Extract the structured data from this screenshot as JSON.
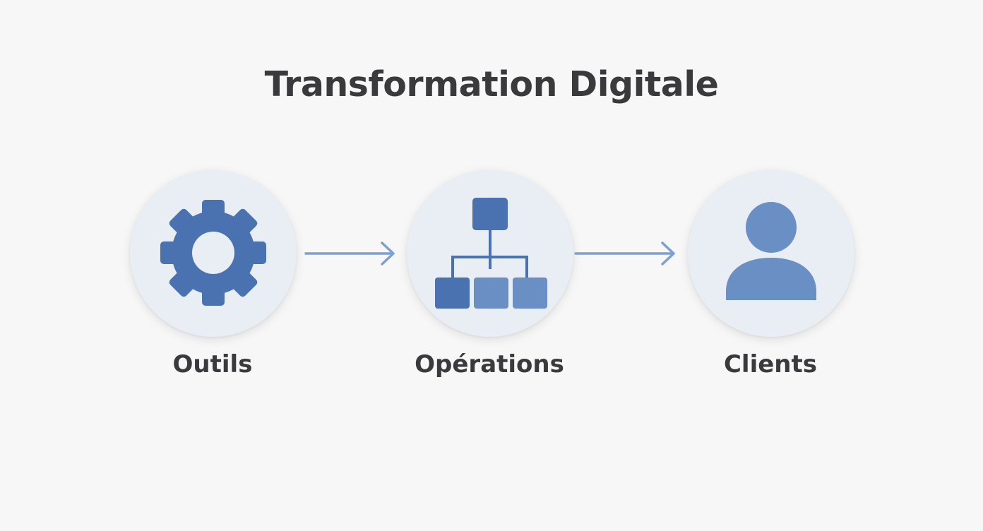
{
  "title": "Transformation Digitale",
  "nodes": [
    {
      "label": "Outils",
      "icon": "gear-icon"
    },
    {
      "label": "Opérations",
      "icon": "org-chart-icon"
    },
    {
      "label": "Clients",
      "icon": "user-icon"
    }
  ],
  "edges": [
    {
      "from": "Outils",
      "to": "Opérations"
    },
    {
      "from": "Opérations",
      "to": "Clients"
    }
  ],
  "colors": {
    "background": "#f7f7f8",
    "circle": "#e9edf4",
    "icon_dark": "#4a72b0",
    "icon_light": "#6a8fc4",
    "arrow": "#7ba0d2",
    "text": "#3a3a3d"
  }
}
